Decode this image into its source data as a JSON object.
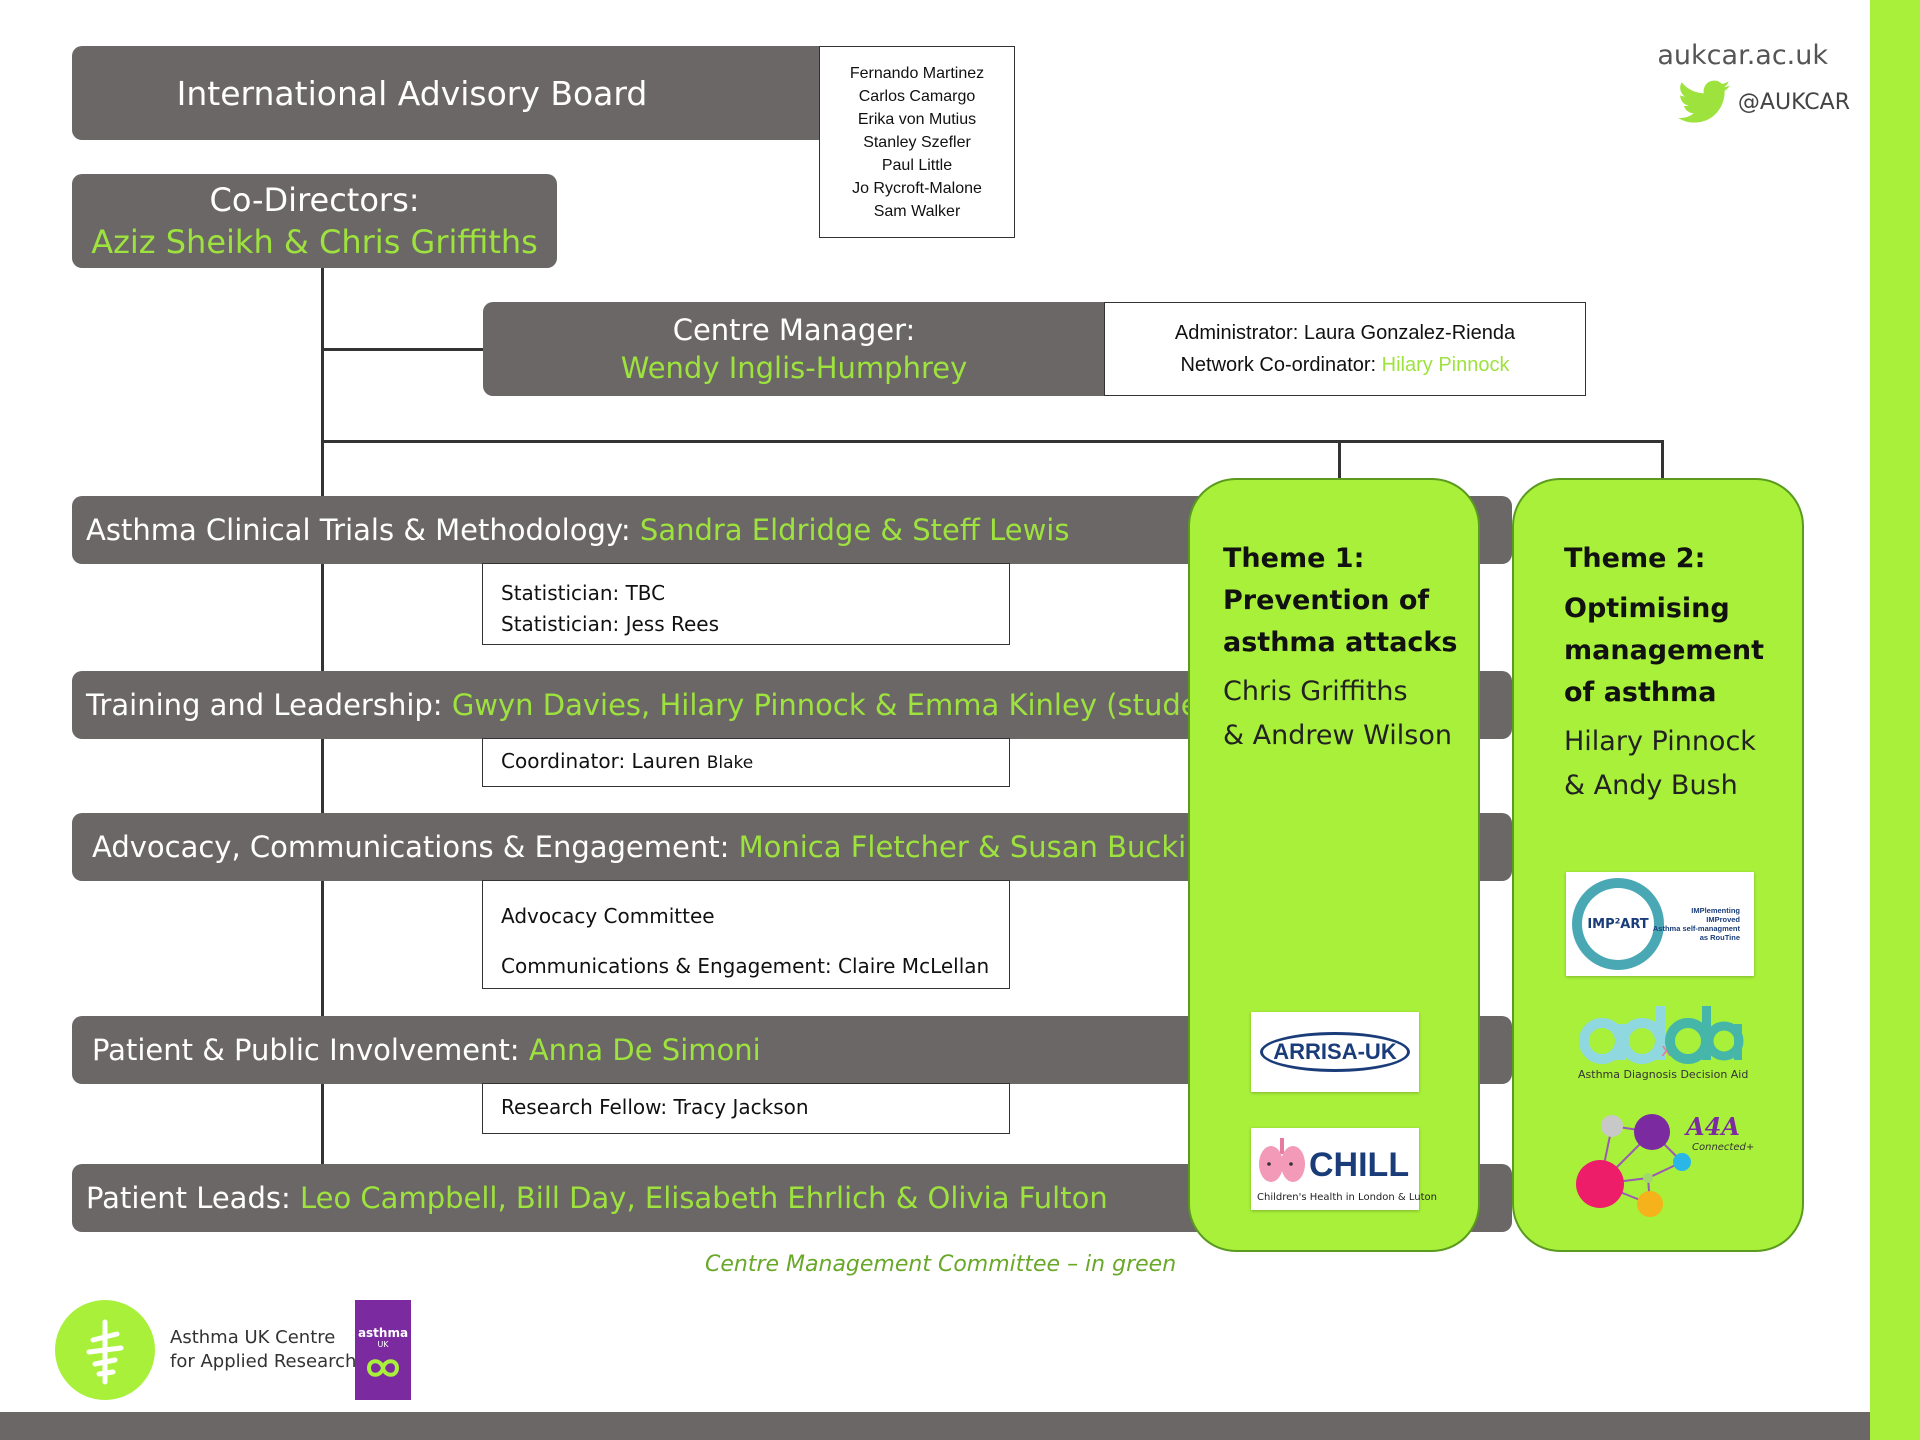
{
  "colors": {
    "bar": "#6b6767",
    "accent_green": "#9ee23e",
    "theme_green": "#a8f03a",
    "side_strip": "#a8f03a",
    "footer_bar": "#6b6767"
  },
  "header": {
    "site": "aukcar.ac.uk",
    "twitter": "@AUKCAR",
    "twitter_icon": "twitter-bird-icon"
  },
  "board": {
    "title": "International Advisory Board",
    "members": [
      "Fernando Martinez",
      "Carlos Camargo",
      "Erika von Mutius",
      "Stanley Szefler",
      "Paul Little",
      "Jo Rycroft-Malone",
      "Sam Walker"
    ]
  },
  "codirectors": {
    "label": "Co-Directors:",
    "names": "Aziz Sheikh & Chris Griffiths"
  },
  "manager": {
    "label": "Centre Manager:",
    "name": "Wendy Inglis-Humphrey",
    "admin_label": "Administrator:",
    "admin_name": "Laura Gonzalez-Rienda",
    "network_label": "Network Co-ordinator:",
    "network_name": "Hilary Pinnock"
  },
  "rows": {
    "trials": {
      "label": "Asthma Clinical Trials & Methodology:",
      "leads": "Sandra Eldridge & Steff Lewis",
      "sub1": "Statistician: TBC",
      "sub2": "Statistician: Jess Rees"
    },
    "training": {
      "label": "Training and Leadership:",
      "leads": "Gwyn Davies, Hilary Pinnock & Emma Kinley (student rep)",
      "sub_label": "Coordinator: Lauren ",
      "sub_small": "Blake"
    },
    "advocacy": {
      "label": "Advocacy, Communications & Engagement:",
      "leads": "Monica Fletcher & Susan Buckingham",
      "sub1": "Advocacy Committee",
      "sub2": "Communications & Engagement: Claire McLellan"
    },
    "ppi": {
      "label": "Patient & Public Involvement:",
      "leads": "Anna De Simoni",
      "sub1": "Research Fellow: Tracy Jackson"
    },
    "patients": {
      "label": "Patient Leads:",
      "leads": "Leo Campbell, Bill Day, Elisabeth Ehrlich & Olivia Fulton"
    }
  },
  "theme1": {
    "title_lines": [
      "Theme 1:",
      "Prevention of",
      "asthma attacks"
    ],
    "lead_lines": [
      "Chris Griffiths",
      "& Andrew Wilson"
    ],
    "logos": {
      "arrisa": "ARRISA-UK",
      "chill_main": "CHILL",
      "chill_sub": "Children's Health in London & Luton"
    }
  },
  "theme2": {
    "title_lines": [
      "Theme 2:",
      "Optimising",
      "management",
      "of asthma"
    ],
    "lead_lines": [
      "Hilary Pinnock",
      "& Andy Bush"
    ],
    "logos": {
      "impart_circle": "IMP²ART",
      "impart_lines": [
        "IMPlementing",
        "IMProved",
        "Asthma self-managment",
        "as RouTine"
      ],
      "adda_sub": "Asthma Diagnosis Decision Aid",
      "a4a": "A4A",
      "a4a_sub": "Connected+"
    }
  },
  "footer": {
    "note": "Centre Management Committee – in green",
    "org_line1": "Asthma UK Centre",
    "org_line2": "for Applied Research",
    "asthma_logo_text": "asthma",
    "asthma_logo_sub": "UK"
  }
}
